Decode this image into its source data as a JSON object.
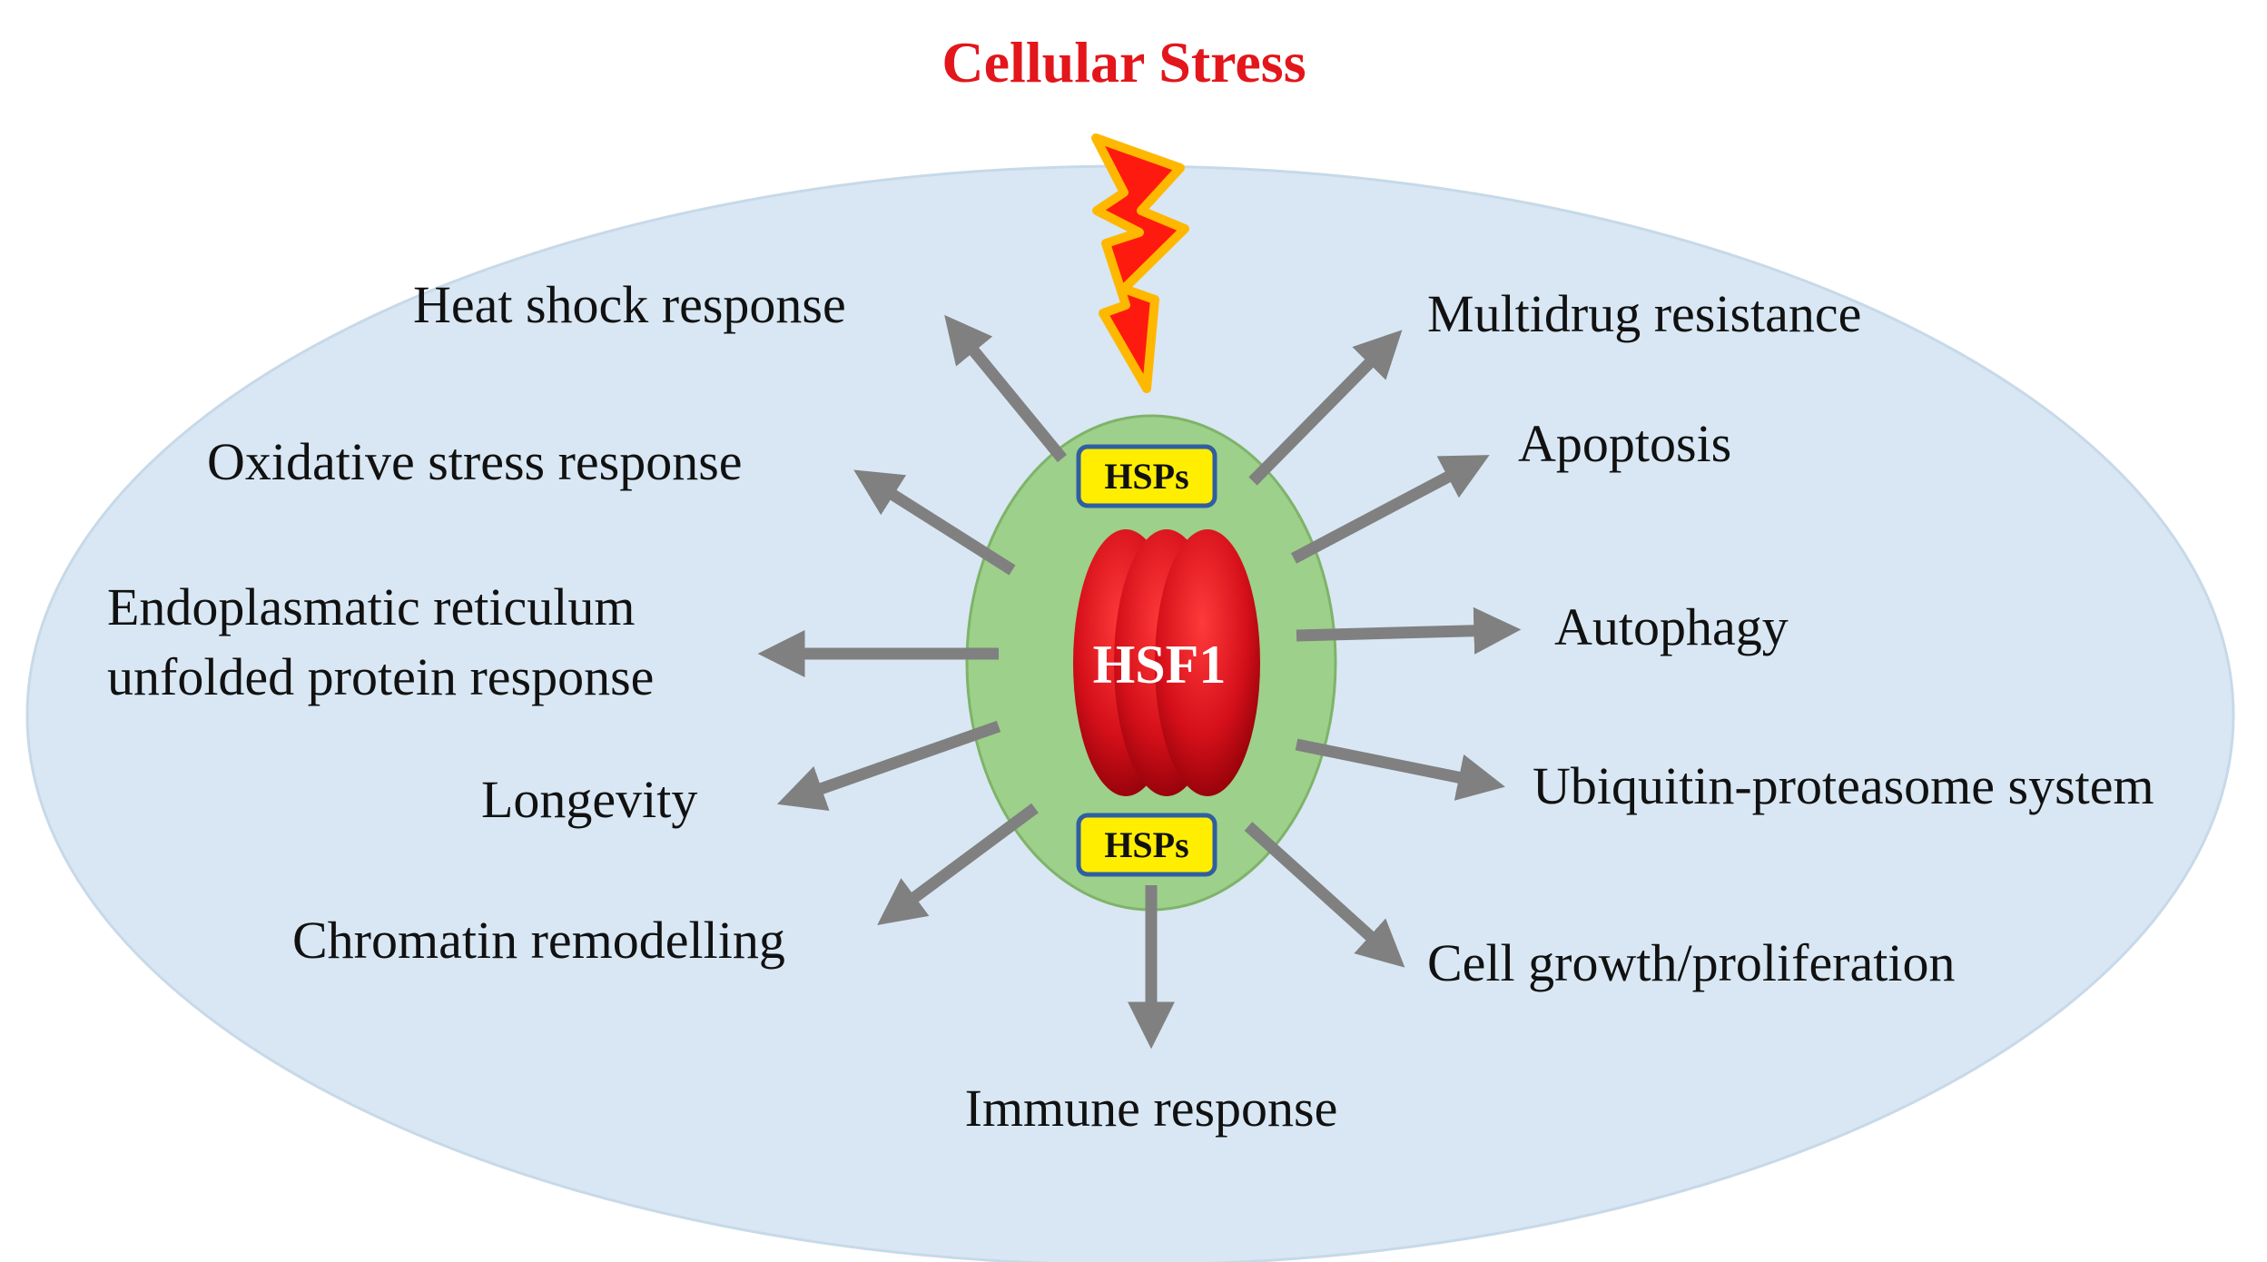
{
  "title": "Cellular Stress",
  "center": {
    "protein_label": "HSF1",
    "hsp_top_label": "HSPs",
    "hsp_bottom_label": "HSPs"
  },
  "outcomes": {
    "heat_shock": "Heat shock response",
    "oxidative": "Oxidative stress response",
    "er_line1": "Endoplasmatic reticulum",
    "er_line2": "unfolded protein response",
    "longevity": "Longevity",
    "chromatin": "Chromatin remodelling",
    "immune": "Immune response",
    "multidrug": "Multidrug resistance",
    "apoptosis": "Apoptosis",
    "autophagy": "Autophagy",
    "ubiquitin": "Ubiquitin-proteasome system",
    "cell_growth": "Cell growth/proliferation"
  },
  "colors": {
    "title": "#e3161b",
    "cell_fill": "#d8e7f3",
    "nucleus_fill": "#9dd08a",
    "hsp_fill": "#ffee00",
    "hsp_border": "#2f5fa0",
    "hsf_red": "#d6101a",
    "arrow": "#808080",
    "lightning_fill": "#ff1a0f",
    "lightning_border": "#ffb800"
  }
}
